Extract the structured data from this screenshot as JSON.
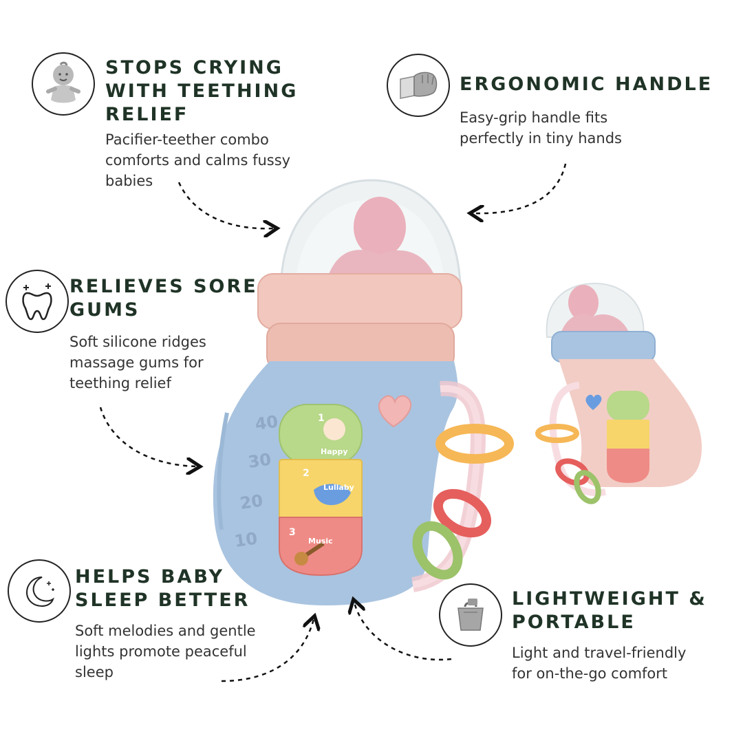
{
  "features": {
    "crying": {
      "title_1": "STOPS CRYING",
      "title_2": "WITH TEETHING",
      "title_3": "RELIEF",
      "desc_1": "Pacifier-teether combo",
      "desc_2": "comforts and calms fussy",
      "desc_3": "babies",
      "icon": "baby-icon"
    },
    "handle": {
      "title_1": "ERGONOMIC HANDLE",
      "desc_1": "Easy-grip handle fits",
      "desc_2": "perfectly in tiny hands",
      "icon": "fist-icon"
    },
    "gums": {
      "title_1": "RELIEVES SORE",
      "title_2": "GUMS",
      "desc_1": "Soft silicone ridges",
      "desc_2": "massage gums for",
      "desc_3": "teething relief",
      "icon": "tooth-icon"
    },
    "sleep": {
      "title_1": "HELPS BABY",
      "title_2": "SLEEP BETTER",
      "desc_1": "Soft melodies and gentle",
      "desc_2": "lights promote peaceful",
      "desc_3": "sleep",
      "icon": "moon-icon"
    },
    "portable": {
      "title_1": "LIGHTWEIGHT &",
      "title_2": "PORTABLE",
      "desc_1": "Light and travel-friendly",
      "desc_2": "for on-the-go comfort",
      "icon": "bag-icon"
    }
  },
  "product": {
    "scale_marks": [
      "40",
      "30",
      "20",
      "10"
    ],
    "buttons": [
      {
        "number": "1",
        "label": "Happy"
      },
      {
        "number": "2",
        "label": "Lullaby"
      },
      {
        "number": "3",
        "label": "Music"
      }
    ],
    "colors": {
      "blue_body": "#a9c4e0",
      "pink_cap": "#f2c7bd",
      "green_button": "#b8d88a",
      "yellow_button": "#f7d56a",
      "red_button": "#ef8b86"
    }
  }
}
